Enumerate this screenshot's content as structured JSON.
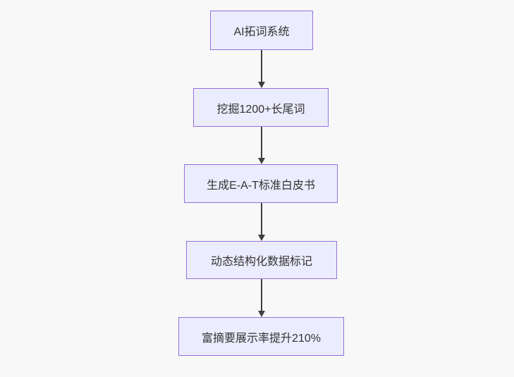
{
  "diagram": {
    "type": "flowchart",
    "direction": "top-down",
    "nodes": [
      {
        "id": "A",
        "label": "AI拓词系统"
      },
      {
        "id": "B",
        "label": "挖掘1200+长尾词"
      },
      {
        "id": "C",
        "label": "生成E-A-T标准白皮书"
      },
      {
        "id": "D",
        "label": "动态结构化数据标记"
      },
      {
        "id": "E",
        "label": "富摘要展示率提升210%"
      }
    ],
    "edges": [
      {
        "from": "A",
        "to": "B"
      },
      {
        "from": "B",
        "to": "C"
      },
      {
        "from": "C",
        "to": "D"
      },
      {
        "from": "D",
        "to": "E"
      }
    ],
    "colors": {
      "background": "#f8f8f8",
      "node_fill": "#ececff",
      "node_border": "#9370db",
      "node_text": "#333333",
      "arrow": "#3f3f3f"
    }
  }
}
